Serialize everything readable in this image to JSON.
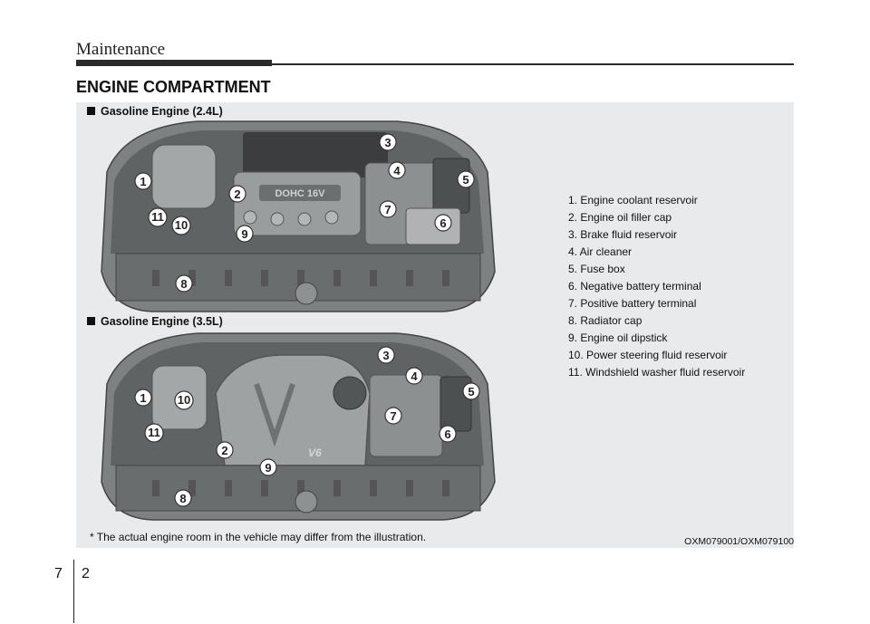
{
  "header": {
    "title": "Maintenance"
  },
  "section": {
    "title": "ENGINE COMPARTMENT"
  },
  "engines": [
    {
      "label": "Gasoline Engine (2.4L)",
      "engine_text": "DOHC 16V"
    },
    {
      "label": "Gasoline Engine (3.5L)",
      "engine_text": "V6"
    }
  ],
  "components": [
    "1. Engine coolant reservoir",
    "2. Engine oil filler cap",
    "3. Brake fluid reservoir",
    "4. Air cleaner",
    "5. Fuse box",
    "6. Negative battery terminal",
    "7. Positive battery terminal",
    "8. Radiator cap",
    "9. Engine oil dipstick",
    "10. Power steering fluid reservoir",
    "11. Windshield washer fluid reservoir"
  ],
  "callouts": [
    "1",
    "2",
    "3",
    "4",
    "5",
    "6",
    "7",
    "8",
    "9",
    "10",
    "11"
  ],
  "footnote": "* The actual engine room in the vehicle may differ from the illustration.",
  "image_code": "OXM079001/OXM079100",
  "page": {
    "chapter": "7",
    "number": "2"
  }
}
